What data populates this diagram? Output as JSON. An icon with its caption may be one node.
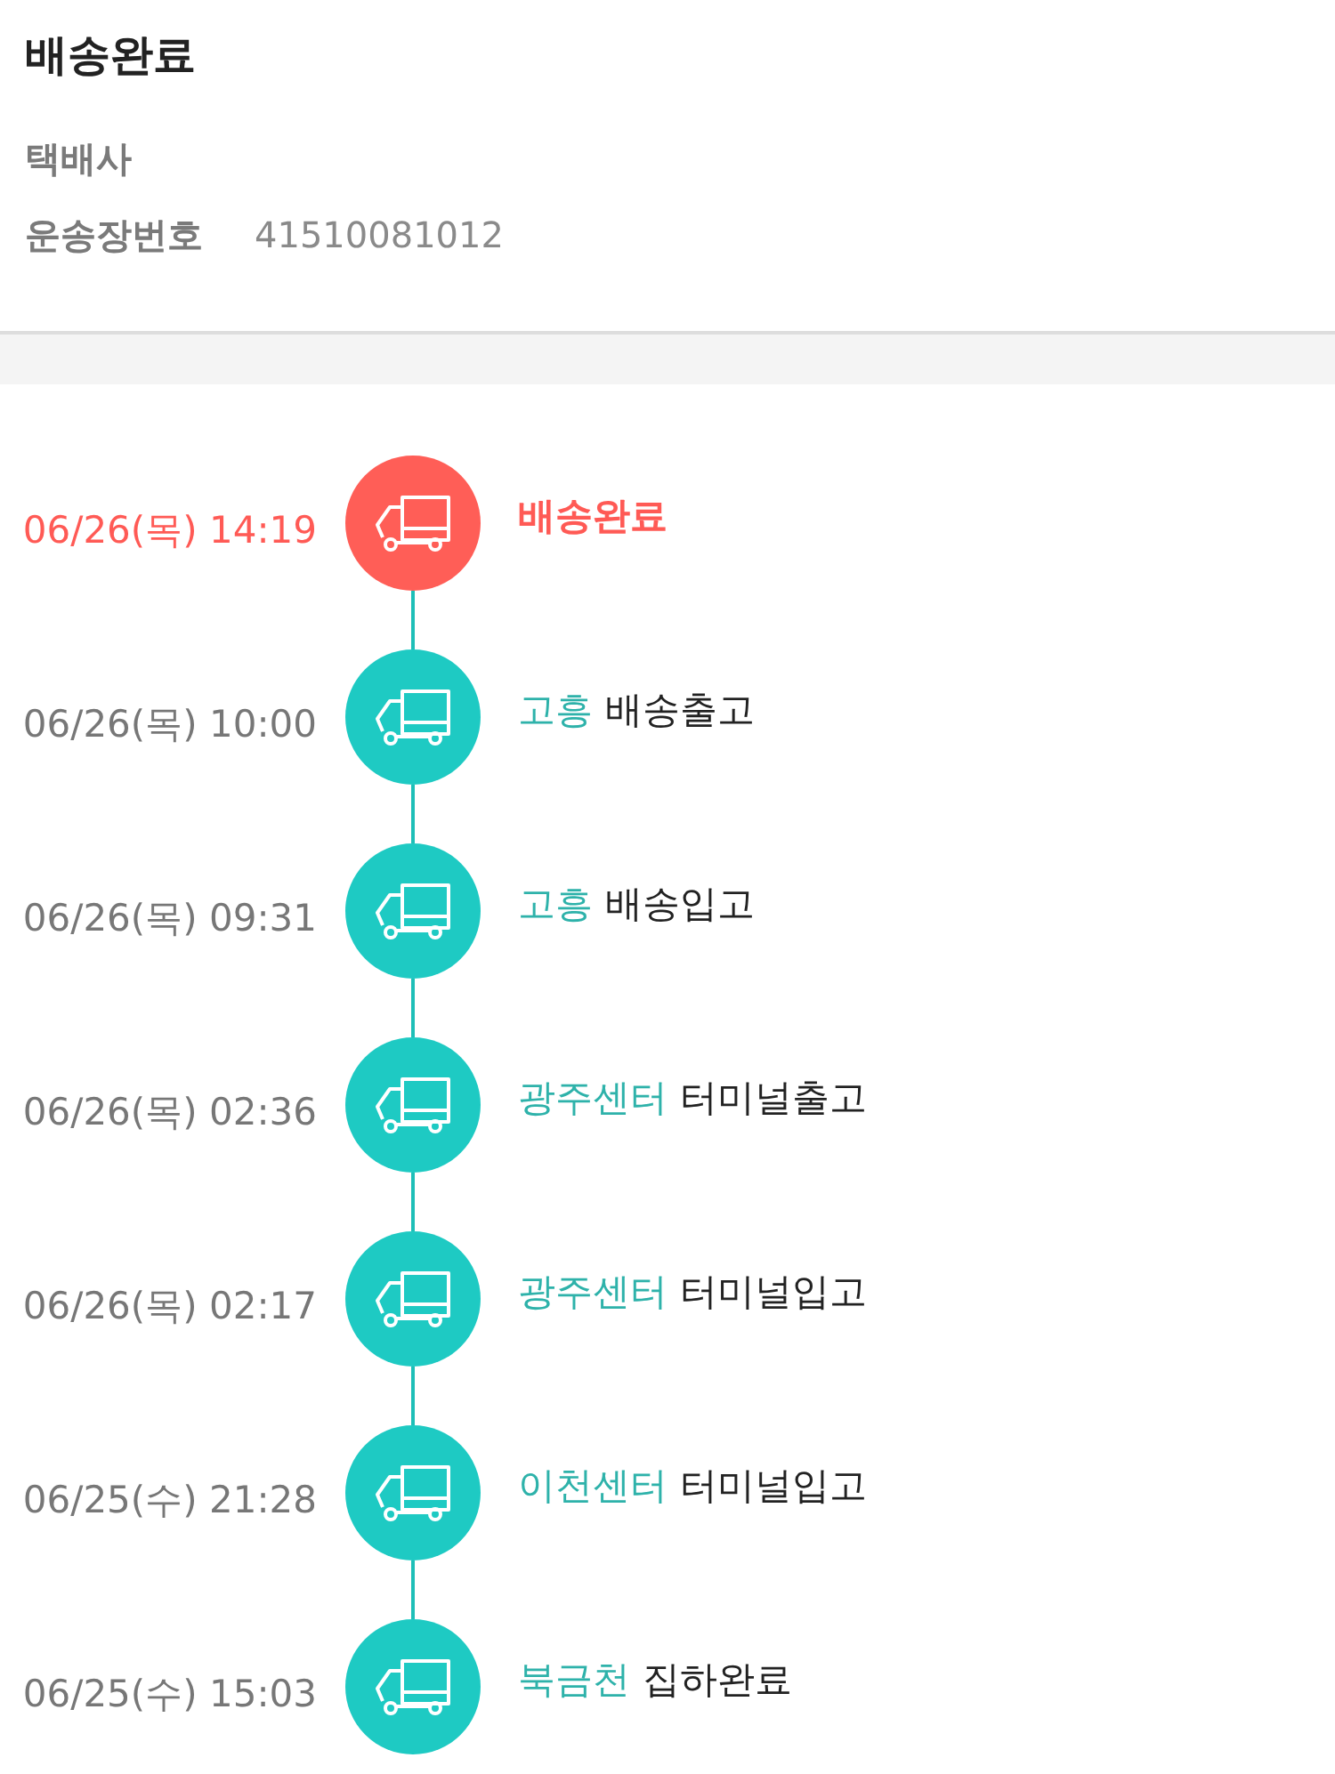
{
  "diagram": {
    "title": "배송완료",
    "nodes": [
      {
        "text": [],
        "shape": "circle",
        "beside": [
          "06/26(목) 14:19",
          "배송완료"
        ]
      },
      {
        "text": [],
        "shape": "circle",
        "beside": [
          "06/26(목) 10:00",
          "고흥",
          "배송출고"
        ]
      },
      {
        "text": [],
        "shape": "circle",
        "beside": [
          "06/26(목) 09:31",
          "고흥",
          "배송입고"
        ]
      },
      {
        "text": [],
        "shape": "circle",
        "beside": [
          "06/26(목) 02:36",
          "광주센터",
          "터미널출고"
        ]
      },
      {
        "text": [],
        "shape": "circle",
        "beside": [
          "06/26(목) 02:17",
          "광주센터",
          "터미널입고"
        ]
      },
      {
        "text": [],
        "shape": "circle",
        "beside": [
          "06/25(수) 21:28",
          "이천센터",
          "터미널입고"
        ]
      },
      {
        "text": [],
        "shape": "circle",
        "beside": [
          "06/25(수) 15:03",
          "북금천",
          "집하완료"
        ]
      }
    ],
    "edges": [
      {
        "from": 0,
        "to": 1,
        "arrow": "none"
      },
      {
        "from": 1,
        "to": 2,
        "arrow": "none"
      },
      {
        "from": 2,
        "to": 3,
        "arrow": "none"
      },
      {
        "from": 3,
        "to": 4,
        "arrow": "none"
      },
      {
        "from": 4,
        "to": 5,
        "arrow": "none"
      },
      {
        "from": 5,
        "to": 6,
        "arrow": "none"
      }
    ],
    "labels": [
      "택배사",
      "운송장번호",
      "41510081012"
    ]
  }
}
